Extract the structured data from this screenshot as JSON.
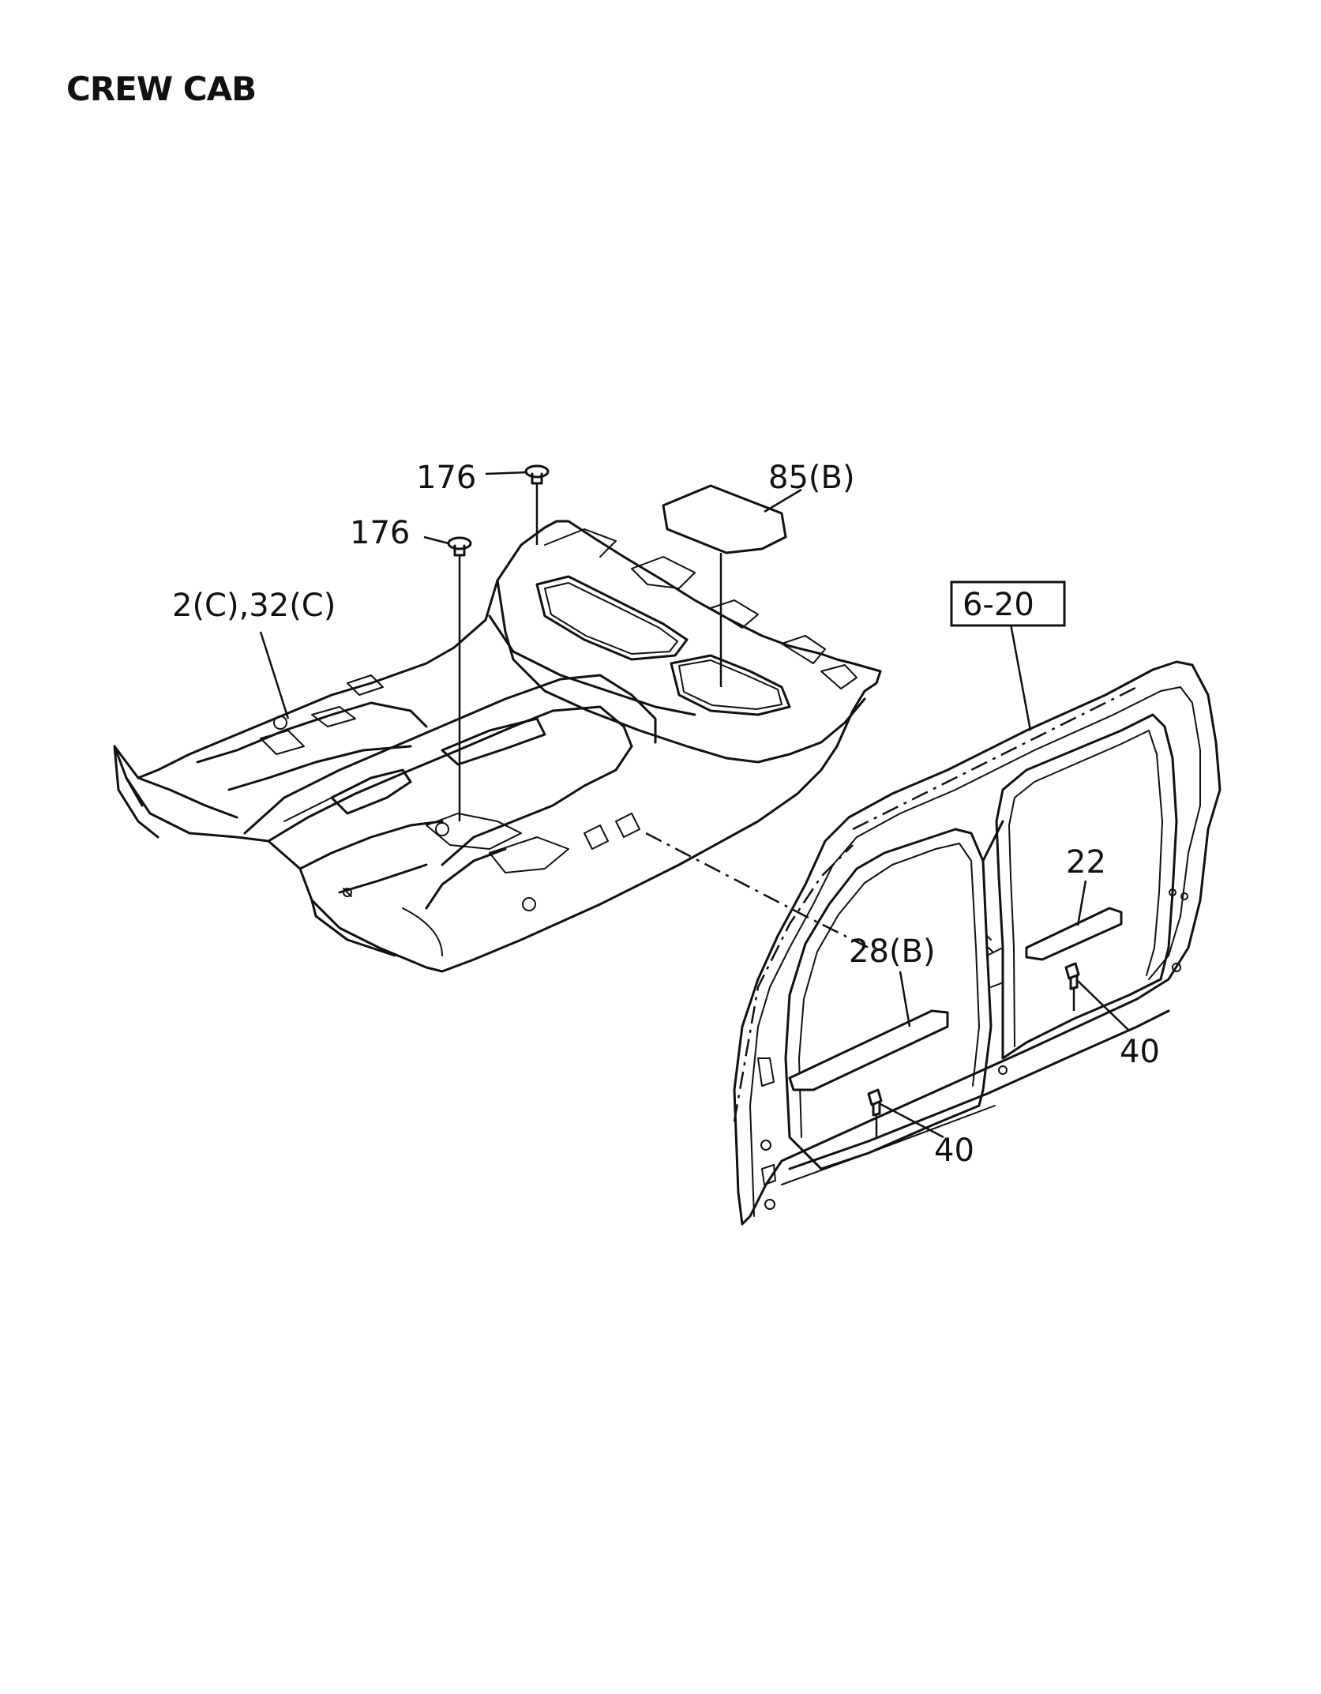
{
  "header": {
    "title": "CREW CAB"
  },
  "callouts": {
    "clip_upper": "176",
    "clip_lower": "176",
    "insulator": "85(B)",
    "floor_mat": "2(C),32(C)",
    "ref_section": "6-20",
    "scuff_plate_rear": "22",
    "scuff_plate_front": "28(B)",
    "screw_rear": "40",
    "screw_front": "40"
  }
}
